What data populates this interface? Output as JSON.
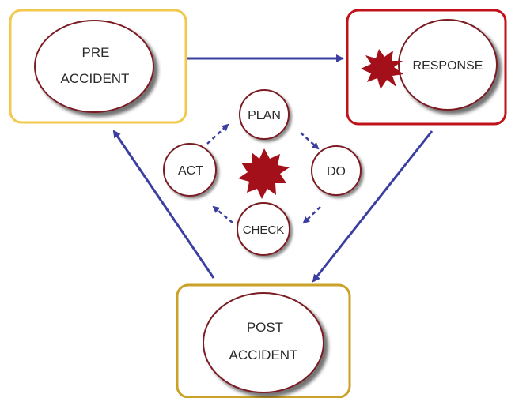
{
  "stages": {
    "pre_accident": {
      "line1": "PRE",
      "line2": "ACCIDENT"
    },
    "response": {
      "label": "RESPONSE"
    },
    "post_accident": {
      "line1": "POST",
      "line2": "ACCIDENT"
    }
  },
  "cycle": {
    "plan": "PLAN",
    "do": "DO",
    "check": "CHECK",
    "act": "ACT"
  },
  "colors": {
    "pre_border": "#f2c94c",
    "response_border": "#c0121a",
    "post_border": "#c9a227",
    "circle_border": "#7a1a24",
    "arrow": "#3b3fa0",
    "burst": "#a3101a"
  }
}
